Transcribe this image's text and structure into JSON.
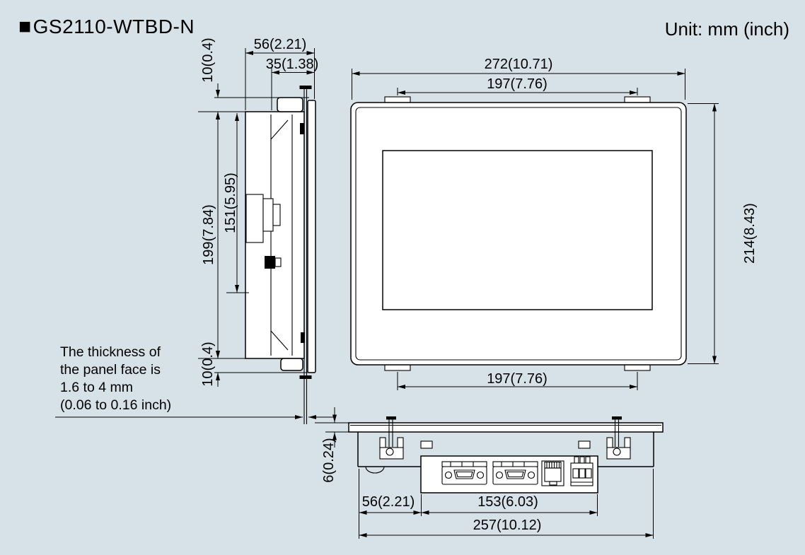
{
  "header": {
    "marker": "■",
    "title": "GS2110-WTBD-N",
    "unit_label": "Unit: mm (inch)"
  },
  "colors": {
    "background": "#d6e2e8",
    "linework": "#000000",
    "surface": "#ffffff"
  },
  "side_view": {
    "dim_depth_total": "56(2.21)",
    "dim_depth_front": "35(1.38)",
    "dim_top_clearance": "10(0.4)",
    "dim_height_body": "199(7.84)",
    "dim_height_inner": "151(5.95)",
    "dim_bottom_clearance": "10(0.4)",
    "note_lines": [
      "The thickness of",
      "the panel face is",
      "1.6 to 4 mm",
      "(0.06 to 0.16 inch)"
    ]
  },
  "front_view": {
    "dim_width_total": "272(10.71)",
    "dim_mount_width_top": "197(7.76)",
    "dim_height_total": "214(8.43)",
    "dim_mount_width_bottom": "197(7.76)"
  },
  "bottom_view": {
    "dim_face_thickness": "6(0.24)",
    "dim_left_section": "56(2.21)",
    "dim_interface_section": "153(6.03)",
    "dim_width_total": "257(10.12)"
  }
}
